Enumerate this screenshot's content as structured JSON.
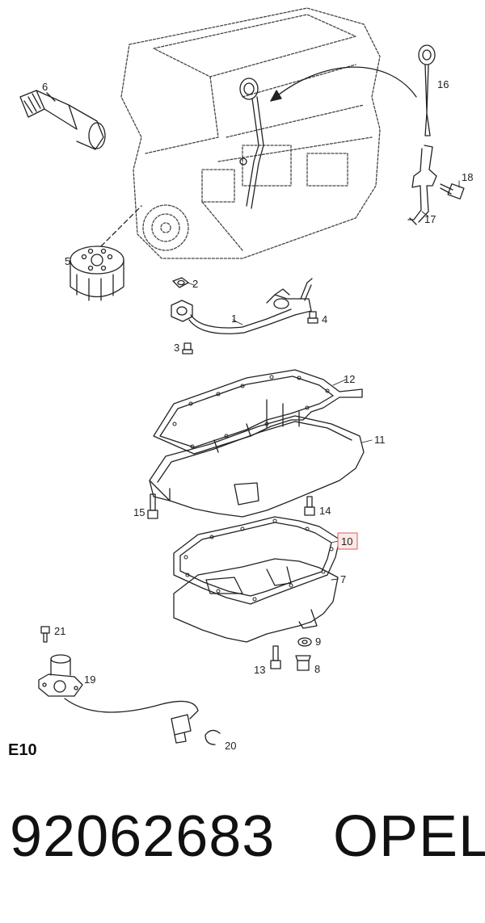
{
  "callouts": {
    "c1": "1",
    "c2": "2",
    "c3": "3",
    "c4": "4",
    "c5": "5",
    "c6": "6",
    "c7": "7",
    "c8": "8",
    "c9": "9",
    "c10": "10",
    "c11": "11",
    "c12": "12",
    "c13": "13",
    "c14": "14",
    "c15": "15",
    "c16": "16",
    "c17": "17",
    "c18": "18",
    "c19": "19",
    "c20": "20",
    "c21": "21"
  },
  "highlighted_callout": "10",
  "highlight_color": "#e05a5a",
  "sheet_code": "E10",
  "part_number": "92062683",
  "brand": "OPEL"
}
